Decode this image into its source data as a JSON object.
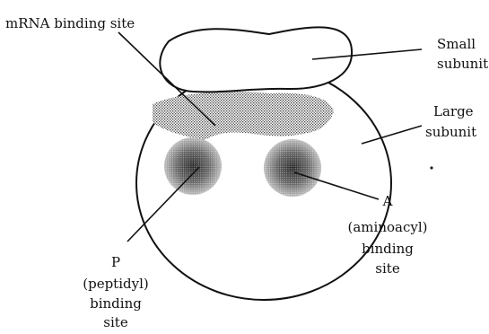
{
  "labels": {
    "mrna_site": "mRNA binding site",
    "small_subunit": [
      "Small",
      "subunit"
    ],
    "large_subunit": [
      "Large",
      "subunit"
    ],
    "a_site": [
      "A",
      "(aminoacyl)",
      "binding",
      "site"
    ],
    "p_site": [
      "P",
      "(peptidyl)",
      "binding",
      "site"
    ]
  }
}
